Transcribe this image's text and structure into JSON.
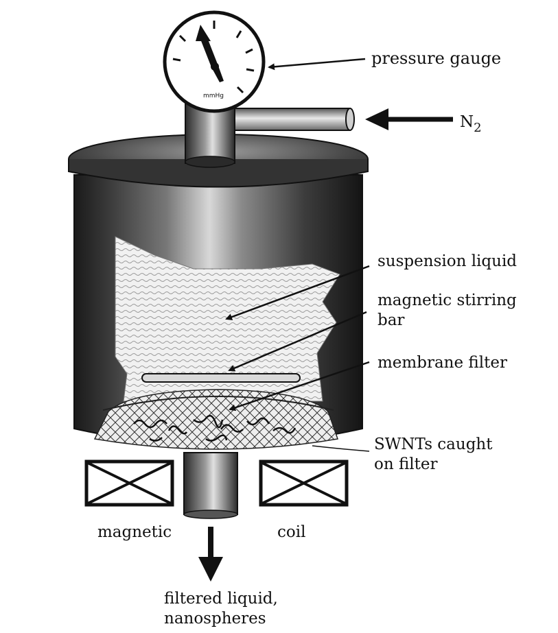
{
  "labels": {
    "pressure_gauge": "pressure gauge",
    "n2": "N",
    "n2_subscript": "2",
    "suspension_liquid": "suspension liquid",
    "magnetic_stirring_line1": "magnetic stirring",
    "magnetic_stirring_line2": "bar",
    "membrane_filter": "membrane filter",
    "swnts_line1": "SWNTs caught",
    "swnts_line2": "on filter",
    "magnetic": "magnetic",
    "coil": "coil",
    "filtered_line1": "filtered liquid,",
    "filtered_line2": "nanospheres",
    "gauge_unit": "mmHg"
  }
}
